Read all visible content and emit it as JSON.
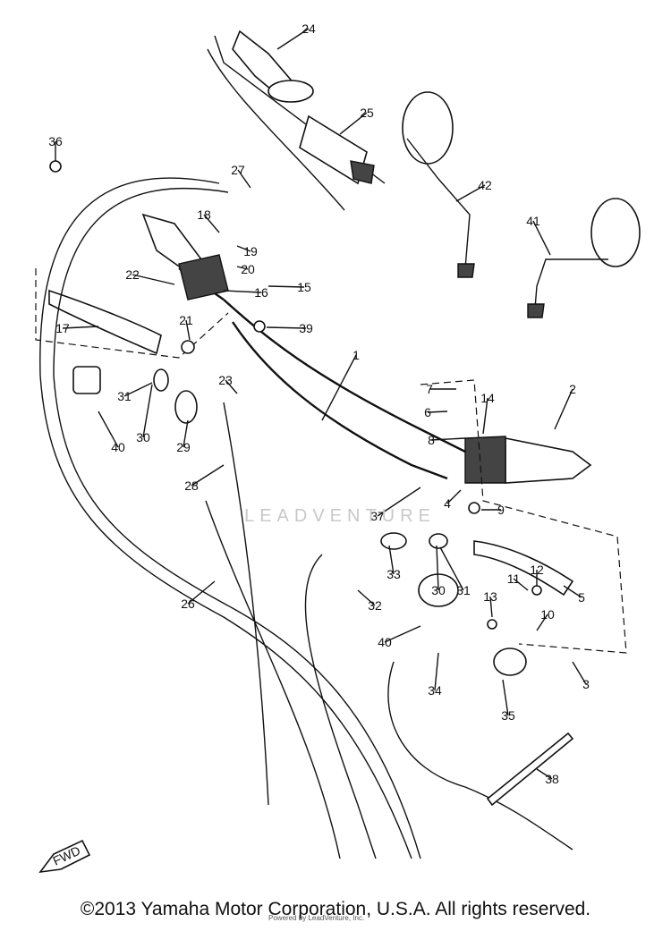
{
  "diagram": {
    "callouts": [
      "1",
      "2",
      "3",
      "4",
      "5",
      "6",
      "7",
      "8",
      "9",
      "10",
      "11",
      "12",
      "13",
      "14",
      "15",
      "16",
      "17",
      "18",
      "19",
      "20",
      "21",
      "22",
      "23",
      "24",
      "25",
      "26",
      "27",
      "28",
      "29",
      "30",
      "31",
      "32",
      "33",
      "34",
      "35",
      "36",
      "37",
      "38",
      "39",
      "40",
      "41",
      "42"
    ],
    "direction_label": "FWD",
    "watermark": "LEADVENTURE"
  },
  "footer": {
    "copyright": "©2013 Yamaha Motor Corporation, U.S.A. All rights reserved.",
    "dealer": "Powered by LeadVenture, Inc."
  }
}
